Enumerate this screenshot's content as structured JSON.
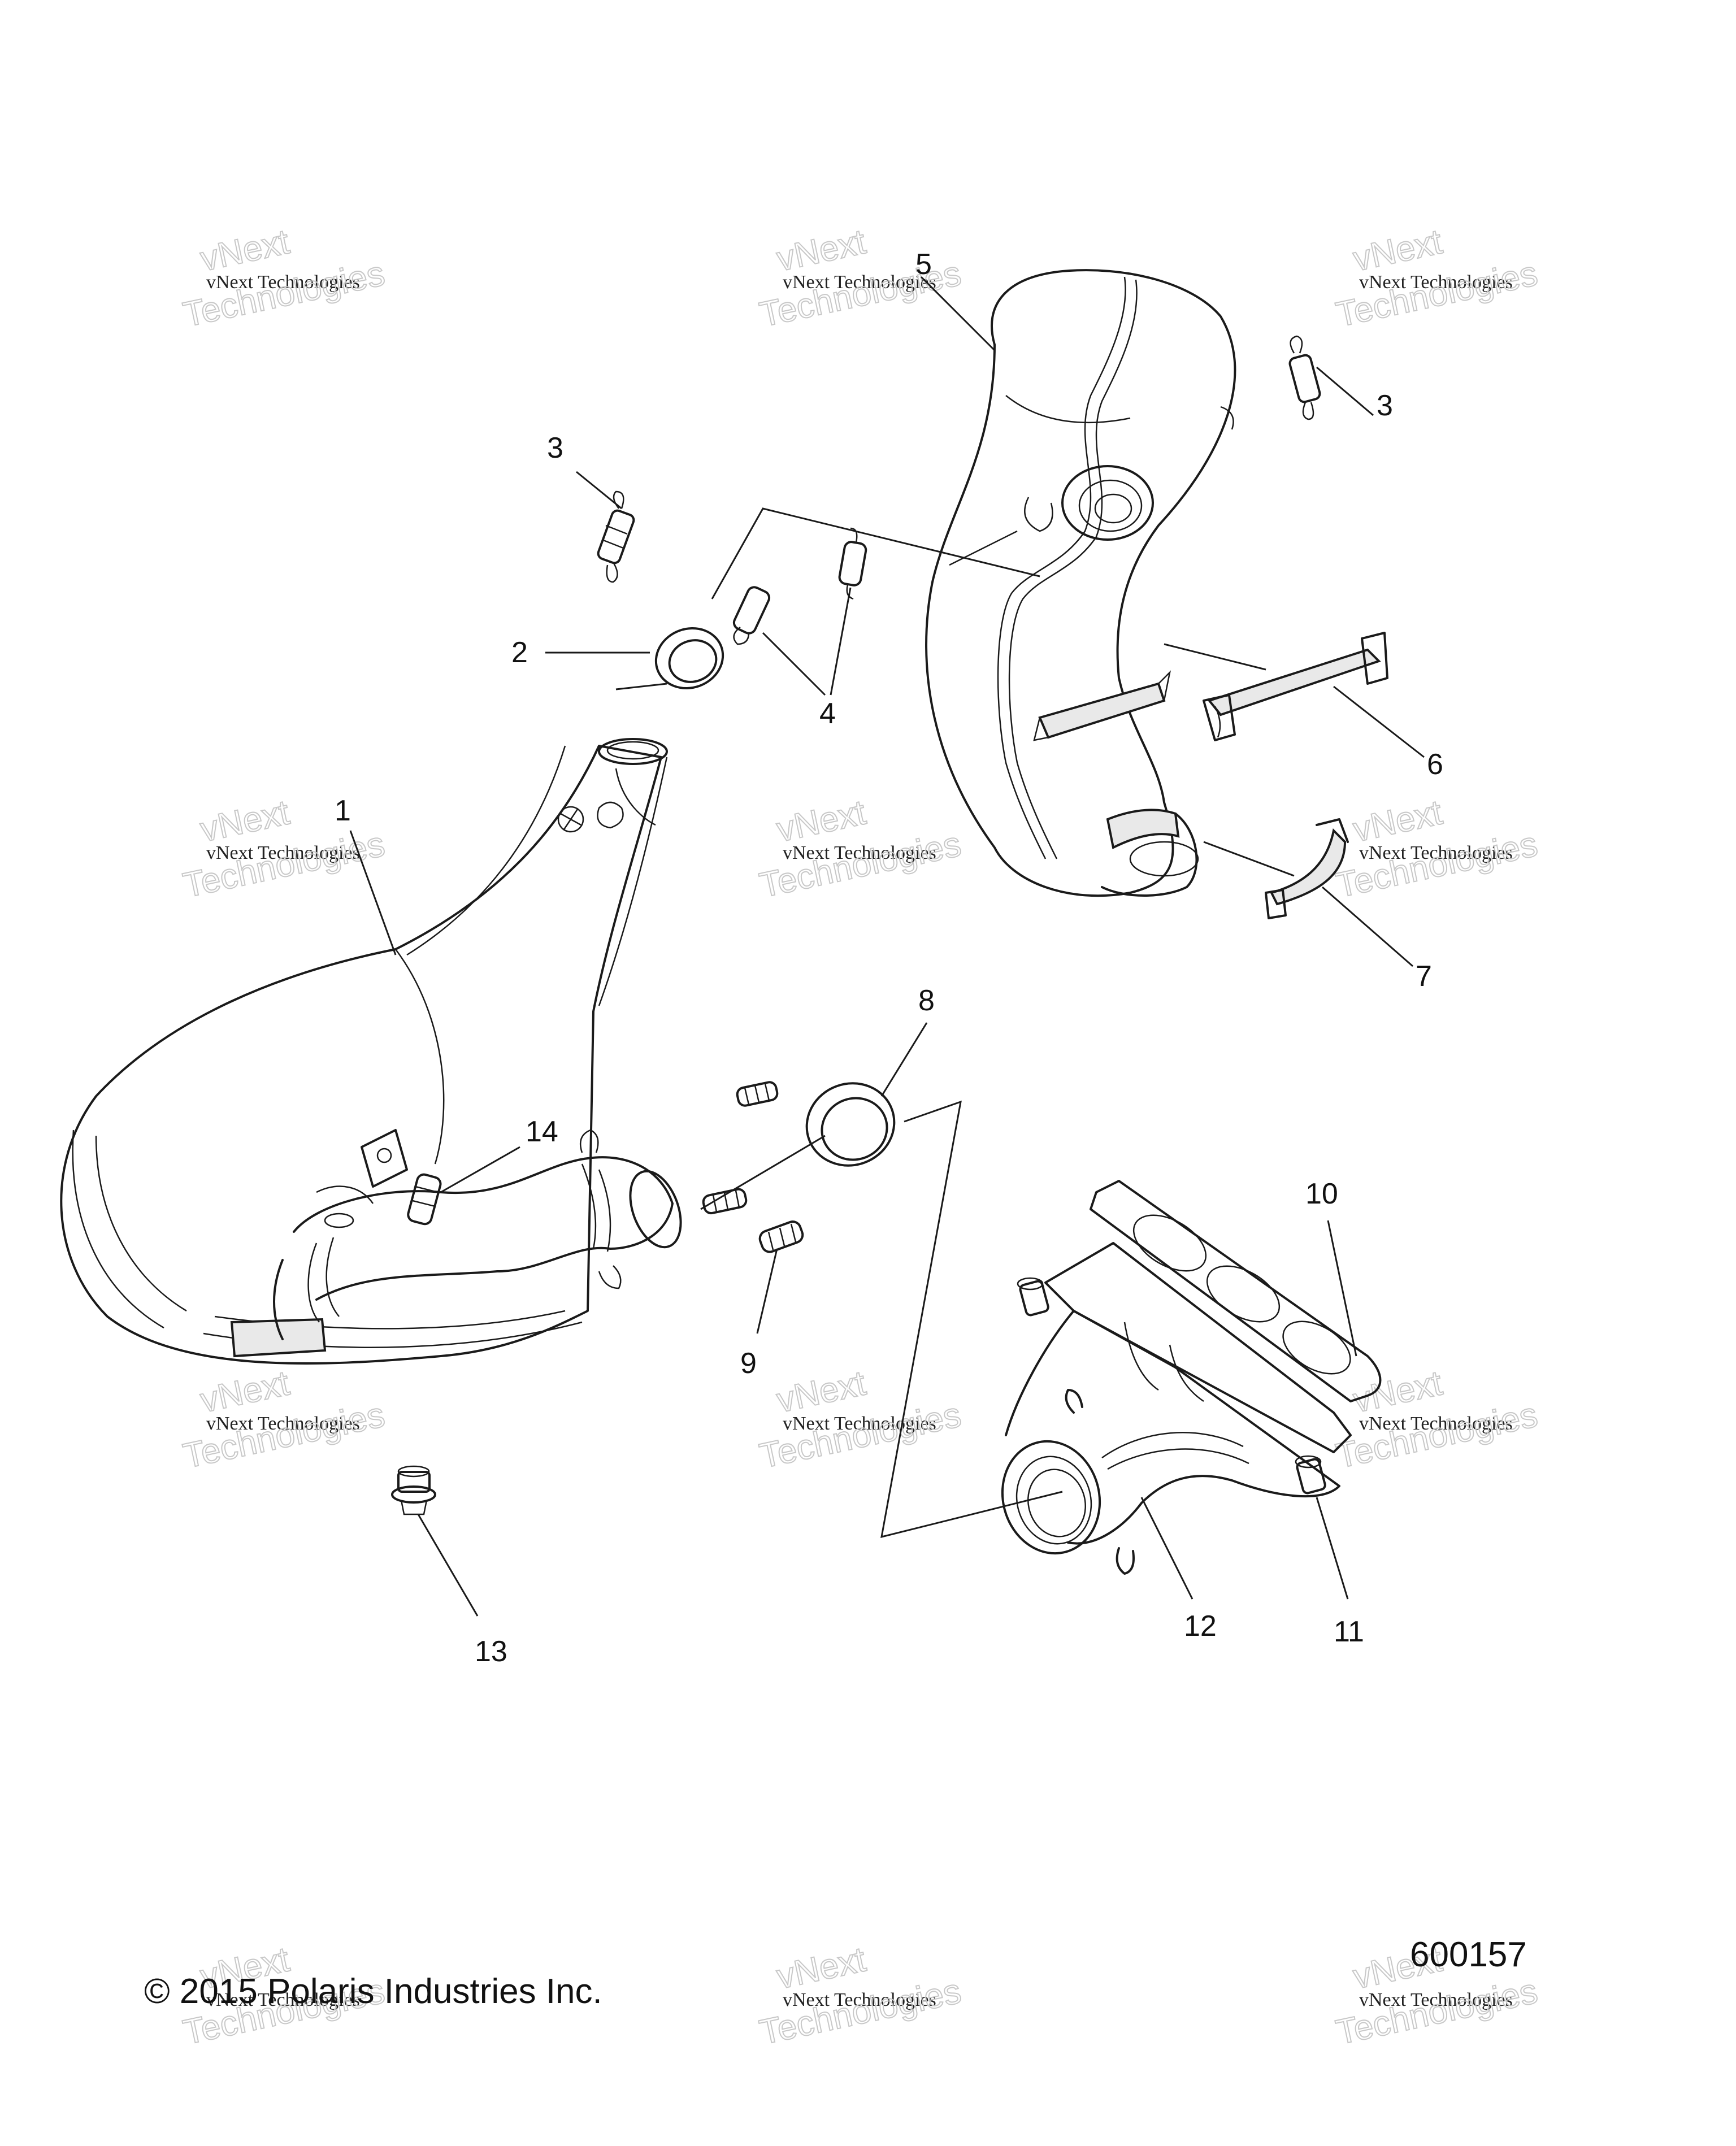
{
  "callouts": [
    {
      "label": "1"
    },
    {
      "label": "2"
    },
    {
      "label": "3"
    },
    {
      "label": "3"
    },
    {
      "label": "4"
    },
    {
      "label": "5"
    },
    {
      "label": "6"
    },
    {
      "label": "7"
    },
    {
      "label": "8"
    },
    {
      "label": "9"
    },
    {
      "label": "10"
    },
    {
      "label": "11"
    },
    {
      "label": "12"
    },
    {
      "label": "13"
    },
    {
      "label": "14"
    }
  ],
  "footer": {
    "copyright": "© 2015 Polaris Industries Inc.",
    "figure_number": "600157"
  },
  "watermark": {
    "line1": "vNext Technologies",
    "line2": "vNext",
    "line3": "Technologies"
  }
}
